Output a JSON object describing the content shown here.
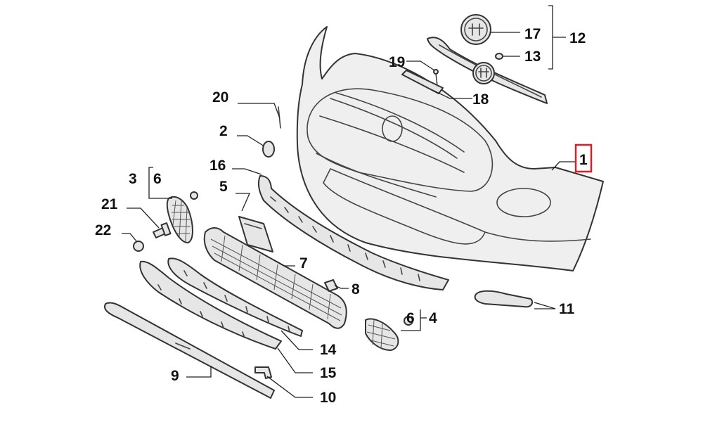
{
  "callouts": {
    "c1": "1",
    "c2": "2",
    "c3": "3",
    "c4": "4",
    "c5": "5",
    "c6a": "6",
    "c6b": "6",
    "c7": "7",
    "c8": "8",
    "c9": "9",
    "c10": "10",
    "c11": "11",
    "c12": "12",
    "c13": "13",
    "c14": "14",
    "c15": "15",
    "c16": "16",
    "c17": "17",
    "c18": "18",
    "c19": "19",
    "c20": "20",
    "c21": "21",
    "c22": "22"
  },
  "highlighted_callout": "1",
  "colors": {
    "highlight": "#d61f26",
    "line": "#222222",
    "part_fill": "#e6e6e6"
  }
}
